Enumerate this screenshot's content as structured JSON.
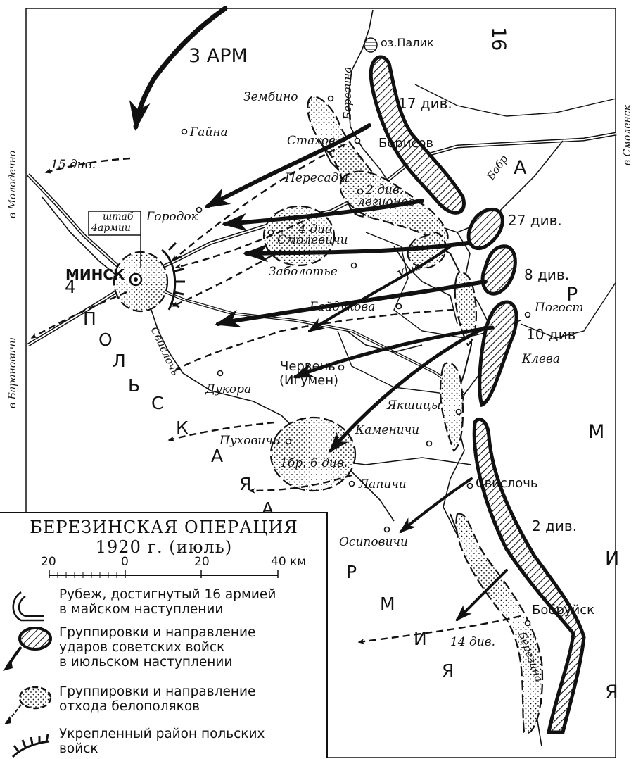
{
  "map": {
    "armies": {
      "army3": "3 АРМ",
      "army16_top": "16",
      "army16_a1": "А",
      "army16_r": "Р",
      "army16_m": "М",
      "army16_i": "И",
      "army16_ya": "Я",
      "army4": "4",
      "polish_letters": [
        "П",
        "О",
        "Л",
        "Ь",
        "С",
        "К",
        "А",
        "Я"
      ],
      "army_letters": [
        "А",
        "Р",
        "М",
        "И",
        "Я"
      ]
    },
    "divisions": {
      "div17": "17 див.",
      "div27": "27 див.",
      "div8": "8 див.",
      "div10": "10 див",
      "div2": "2 див.",
      "div15": "15 див.",
      "div14": "14 див.",
      "div4": "4 див.",
      "div2leg_1": "2 див.",
      "div2leg_2": "легионов",
      "div1br6": "1бр. 6 див."
    },
    "places": {
      "minsk": "МИНСК",
      "shtab_1": "штаб",
      "shtab_2": "4армии",
      "borisov": "Борисов",
      "zembino": "Зембино",
      "gaina": "Гайна",
      "stakhov": "Стахов",
      "peresady": "Пересады",
      "gorodok": "Городок",
      "smolevichi": "Смолевичи",
      "zabolotye": "Заболотье",
      "gaidukova": "Гайдукова",
      "pogost": "Погост",
      "kleva": "Клева",
      "cherven_1": "Червень",
      "cherven_2": "(Игумен)",
      "dukora": "Дукора",
      "yakshitsy": "Якшицы",
      "kamenichi": "Каменичи",
      "pukhovichi": "Пуховичи",
      "lapichi": "Лапичи",
      "svisloch_town": "Свислочь",
      "osipovichi": "Осиповичи",
      "bobruisk": "Бобруйск",
      "lake_palik": "оз.Палик"
    },
    "rivers": {
      "berezina_n": "Березина",
      "berezina_s": "Березина",
      "bobr": "Бобр",
      "usha": "Уша",
      "svisloch_river": "Свислочь"
    },
    "directions": {
      "molodechno": "в Молодечно",
      "baranovichi": "в Барановичи",
      "smolensk": "в Смоленск"
    }
  },
  "legend": {
    "title_1": "БЕРЕЗИНСКАЯ ОПЕРАЦИЯ",
    "title_2": "1920 г. (июль)",
    "scale_labels": [
      "20",
      "0",
      "20",
      "40 км"
    ],
    "items": [
      {
        "line1": "Рубеж, достигнутый 16 армией",
        "line2": "в майском наступлении",
        "line3": "",
        "icon": "may-line-icon"
      },
      {
        "line1": "Группировки и направление",
        "line2": "ударов советских войск",
        "line3": "в июльском наступлении",
        "icon": "soviet-attack-icon"
      },
      {
        "line1": "Группировки и направление",
        "line2": "отхода белополяков",
        "line3": "",
        "icon": "polish-retreat-icon"
      },
      {
        "line1": "Укрепленный район польских",
        "line2": "войск",
        "line3": "",
        "icon": "fortified-area-icon"
      }
    ]
  }
}
